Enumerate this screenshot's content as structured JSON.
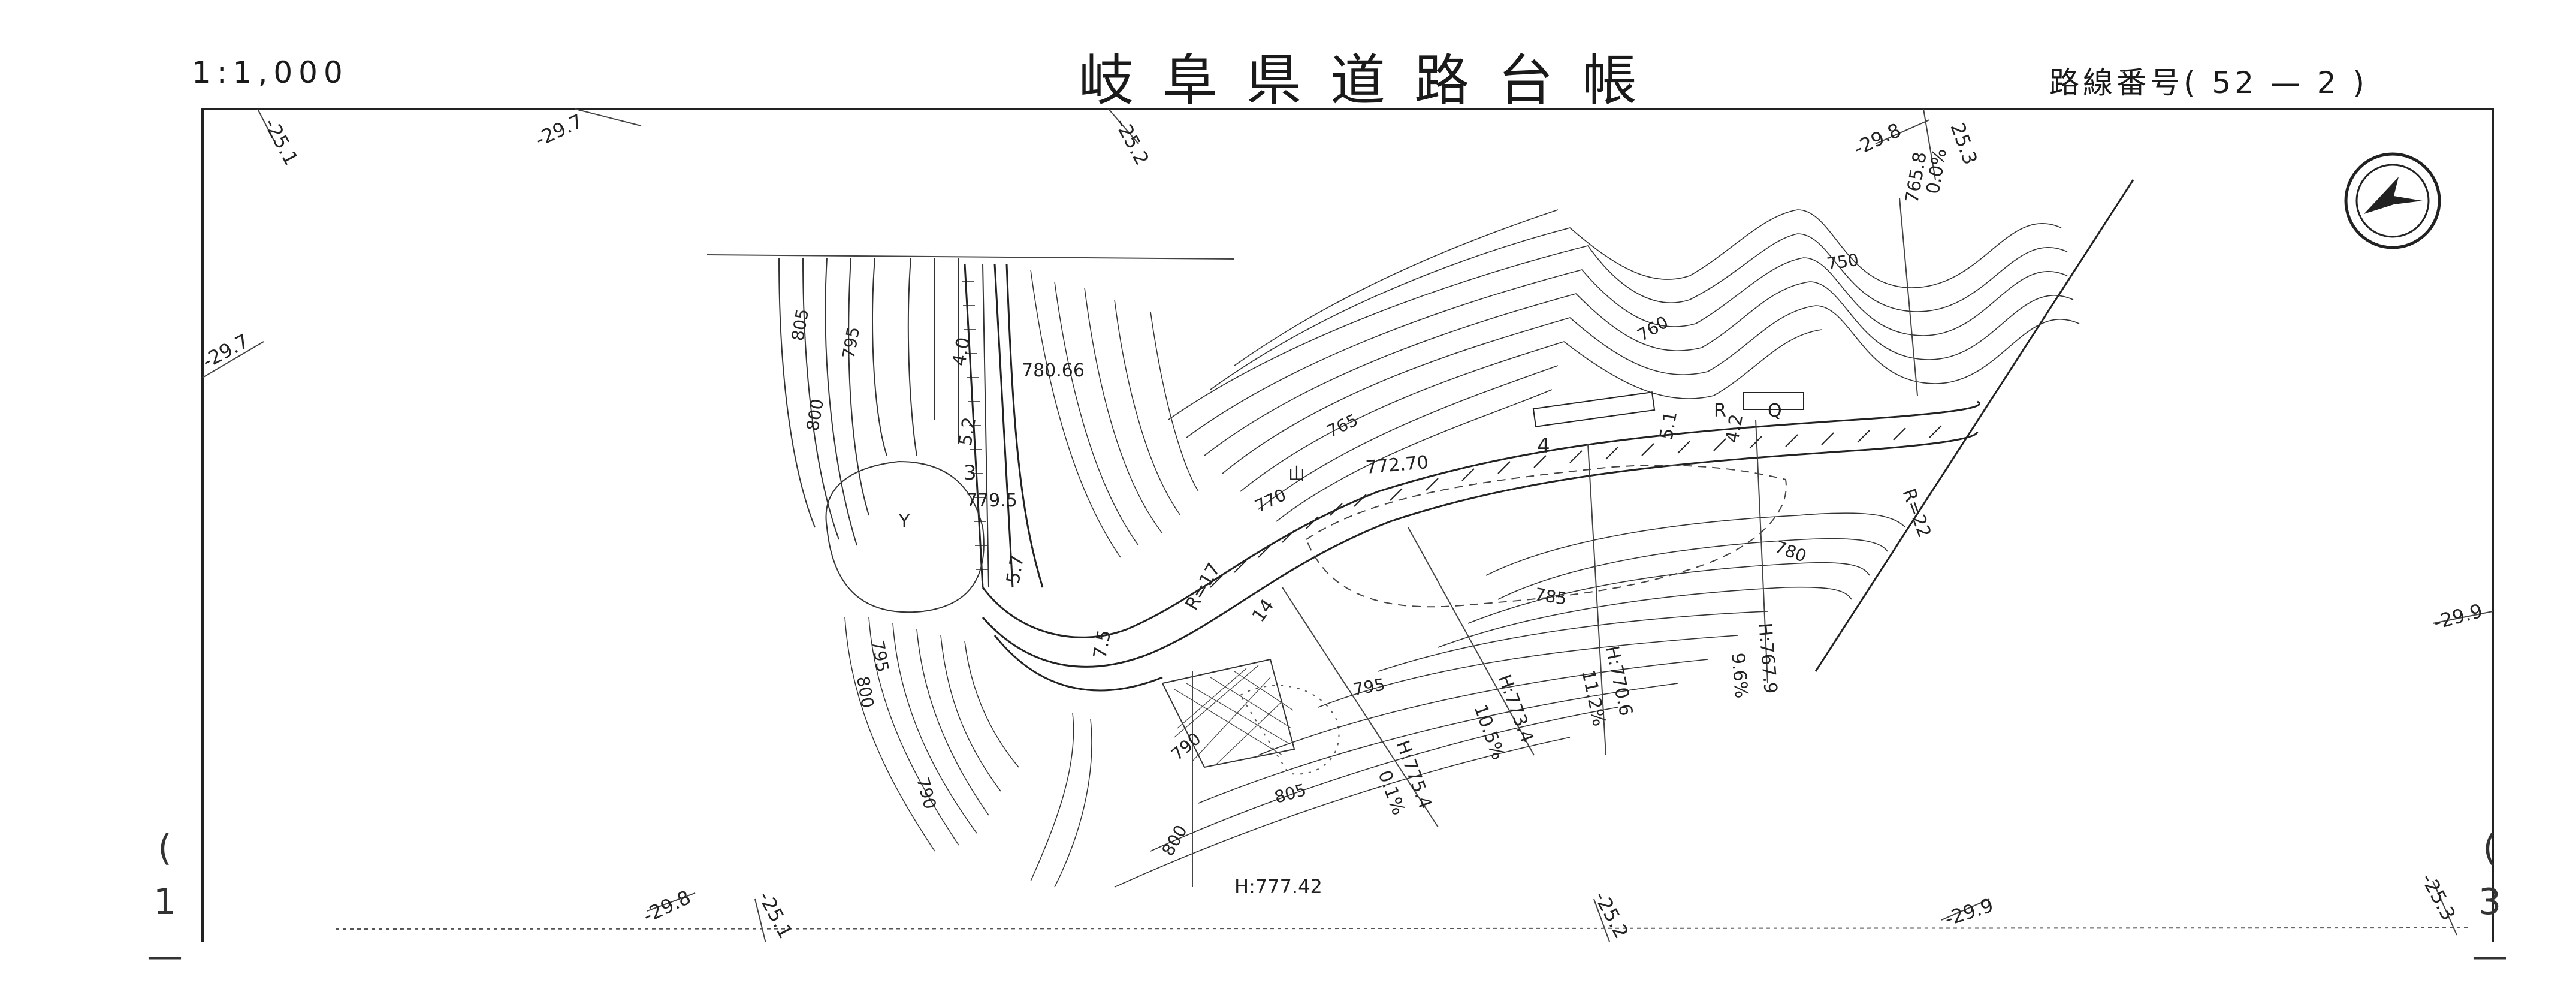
{
  "header": {
    "scale": "1:1,000",
    "title": "岐阜県道路台帳",
    "route_number": "路線番号( 52 — 2 )"
  },
  "side_labels": {
    "left": "( 1 —",
    "right": "( 3 —"
  },
  "sheet_refs": {
    "top_left_1": "-25.1",
    "top_left_2": "-29.7",
    "top_mid": "-25.2",
    "top_right_1": "-29.8",
    "top_right_2": "25.3",
    "left_edge": "-29.7",
    "right_edge": "-29.9",
    "bottom_1": "-29.8",
    "bottom_2": "-25.1",
    "bottom_3": "-25.2",
    "bottom_4": "-29.9",
    "bottom_right": "-25.3"
  },
  "contour_labels": {
    "c805_left": "805",
    "c795_left": "795",
    "c800_left": "800",
    "c795_low": "795",
    "c800_low": "800",
    "c790_low": "790",
    "c750": "750",
    "c760": "760",
    "c765": "765",
    "c770": "770",
    "c780": "780",
    "c785": "785",
    "c795_mid": "795",
    "c790_mid": "790",
    "c805_mid": "805",
    "c800_mid": "800"
  },
  "road_annotations": {
    "elev_780_66": "780.66",
    "elev_779_5": "779.5",
    "elev_772_70": "772.70",
    "elev_765_8": "765.8",
    "grade_0": "0.0%",
    "h_777_42": "H:777.42",
    "h_775_4": "H:775.4",
    "grade_0_1": "0.1%",
    "h_773_4": "H:773.4",
    "grade_10_5": "10.5%",
    "h_770_6": "H:770.6",
    "grade_11_2": "11.2%",
    "h_767_9": "H:767.9",
    "grade_9_6": "9.6%",
    "width_40": "4.0",
    "width_52": "5.2",
    "width_57": "5.7",
    "width_75": "7.5",
    "width_42": "4.2",
    "width_51": "5.1",
    "r_label": "R",
    "q_label": "Q",
    "y_label": "Y",
    "radius_r17": "R=17",
    "radius_r22": "R=22",
    "mark_3": "3",
    "mark_4": "4",
    "mark_14": "14",
    "mark_yama": "山"
  }
}
